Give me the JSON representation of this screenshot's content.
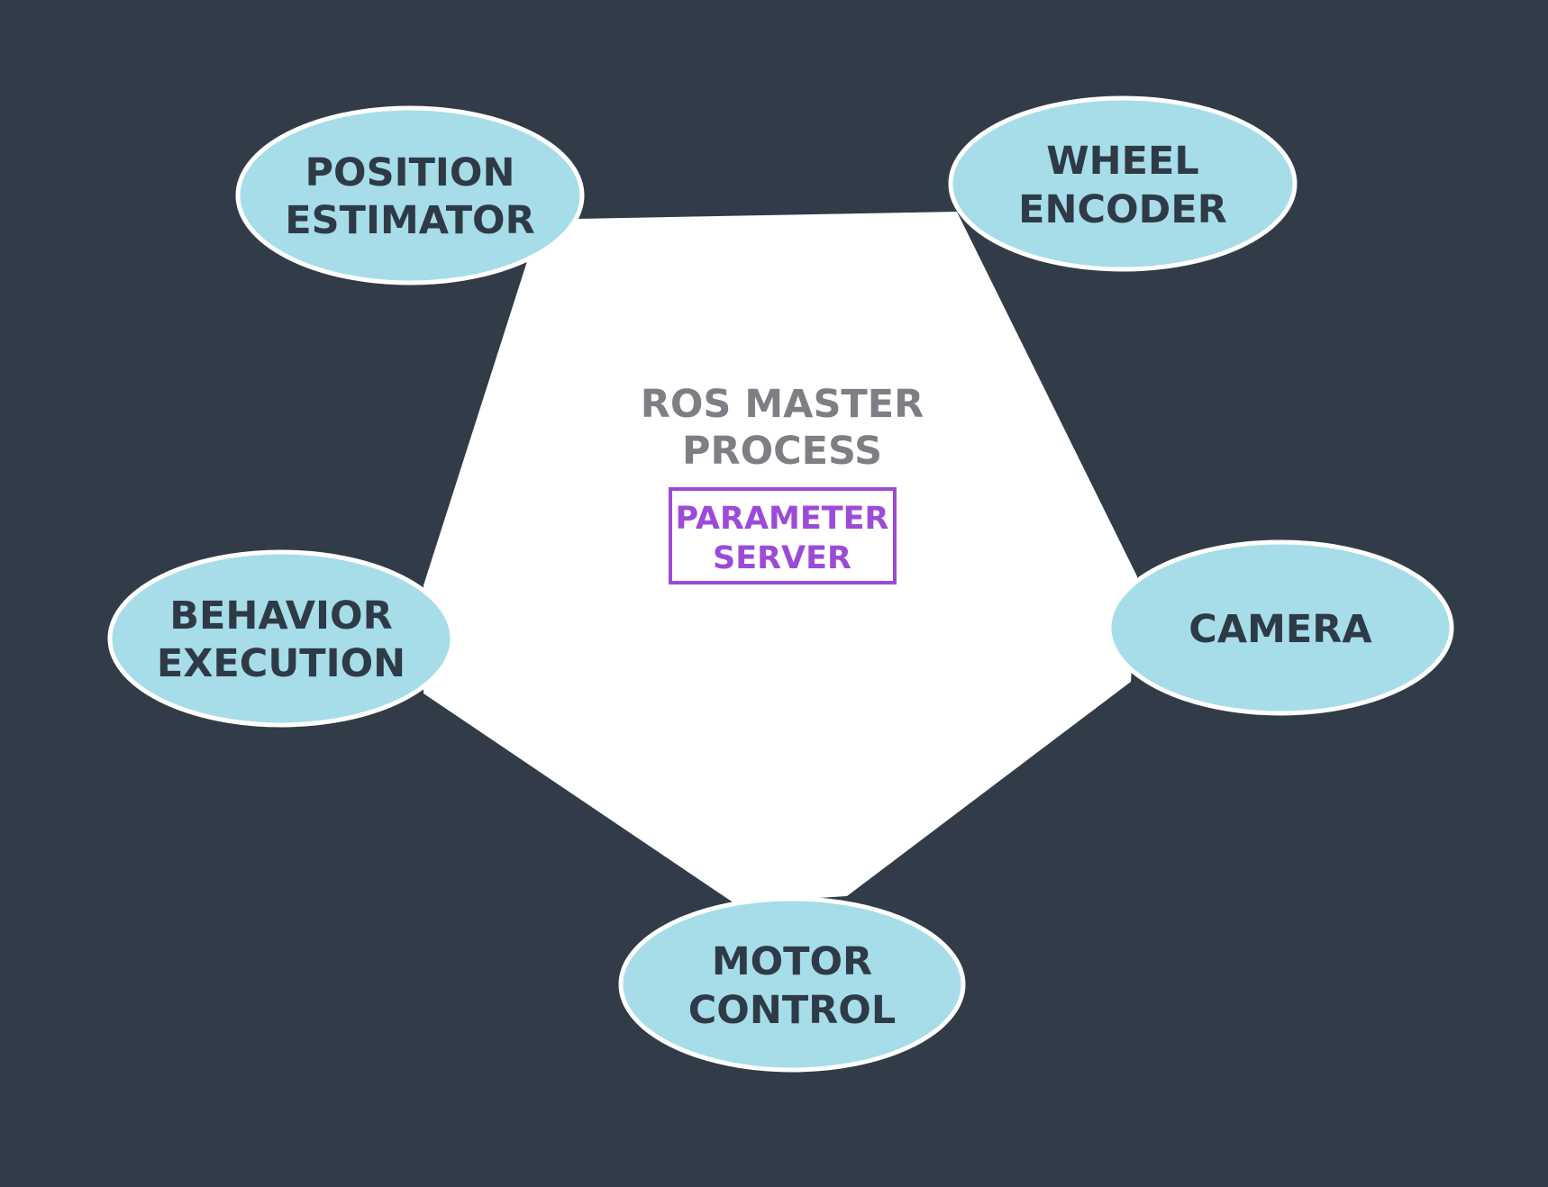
{
  "colors": {
    "background": "#323c48",
    "master_area": "#ffffff",
    "node_fill": "#a6dde9",
    "node_text": "#2f3a47",
    "master_text": "#7d7f84",
    "parameter_server": "#9c4bd6"
  },
  "master": {
    "line1": "ROS MASTER",
    "line2": "PROCESS"
  },
  "parameter_server": {
    "line1": "PARAMETER",
    "line2": "SERVER"
  },
  "nodes": [
    {
      "id": "position-estimator",
      "line1": "POSITION",
      "line2": "ESTIMATOR"
    },
    {
      "id": "wheel-encoder",
      "line1": "WHEEL",
      "line2": "ENCODER"
    },
    {
      "id": "camera",
      "line1": "CAMERA",
      "line2": ""
    },
    {
      "id": "motor-control",
      "line1": "MOTOR",
      "line2": "CONTROL"
    },
    {
      "id": "behavior-execution",
      "line1": "BEHAVIOR",
      "line2": "EXECUTION"
    }
  ]
}
